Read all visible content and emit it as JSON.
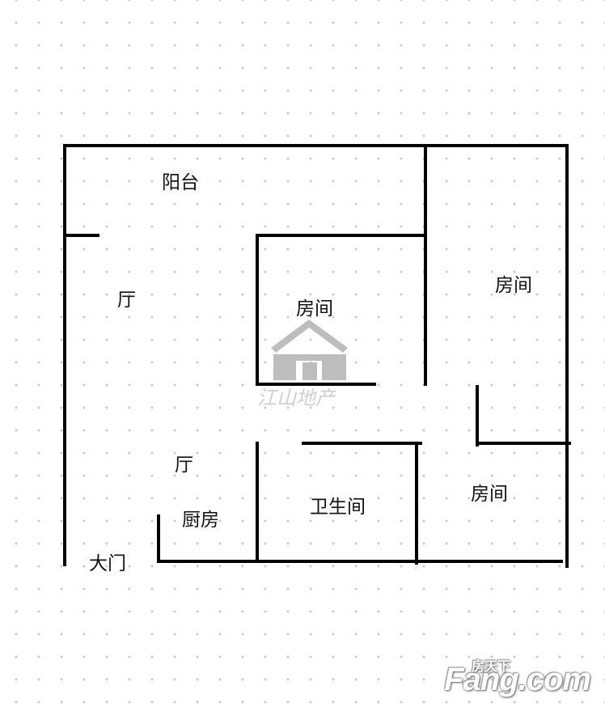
{
  "rooms": {
    "balcony": "阳台",
    "hall_upper": "厅",
    "bedroom_center": "房间",
    "bedroom_right": "房间",
    "hall_lower": "厅",
    "kitchen": "厨房",
    "bathroom": "卫生间",
    "bedroom_lower_right": "房间",
    "entrance": "大门"
  },
  "watermark": {
    "text": "江山地产"
  },
  "logo": {
    "brand": "Fang.com",
    "brand_cn": "房天下"
  },
  "colors": {
    "wall": "#000000",
    "watermark": "#bdbdbd",
    "background_dots": "#c9c9c9"
  }
}
